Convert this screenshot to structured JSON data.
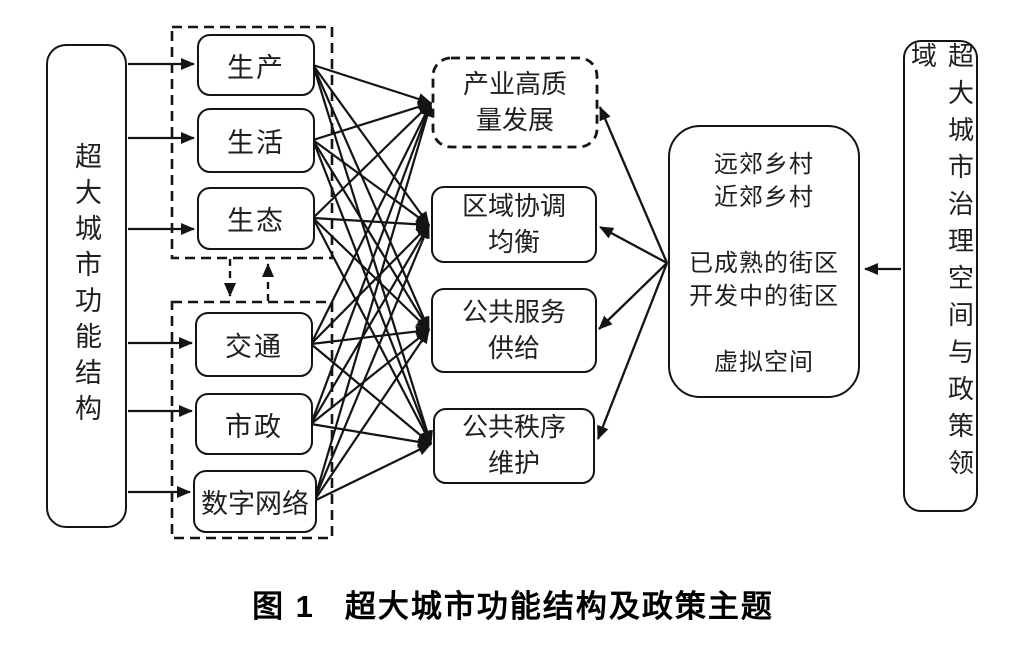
{
  "caption": {
    "figure_label": "图 1",
    "title": "超大城市功能结构及政策主题"
  },
  "left_panel": {
    "label": "超大城市功能结构"
  },
  "top_group": {
    "items": [
      {
        "label": "生产"
      },
      {
        "label": "生活"
      },
      {
        "label": "生态"
      }
    ]
  },
  "bottom_group": {
    "items": [
      {
        "label": "交通"
      },
      {
        "label": "市政"
      },
      {
        "label": "数字网络"
      }
    ]
  },
  "policy_themes": {
    "industry": {
      "line1": "产业高质",
      "line2": "量发展"
    },
    "regional": {
      "line1": "区域协调",
      "line2": "均衡"
    },
    "service": {
      "line1": "公共服务",
      "line2": "供给"
    },
    "order": {
      "line1": "公共秩序",
      "line2": "维护"
    }
  },
  "governance_space": {
    "lines": [
      "远郊乡村",
      "近郊乡村",
      "",
      "已成熟的街区",
      "开发中的街区",
      "",
      "虚拟空间"
    ]
  },
  "right_panel": {
    "label": "超大城市治理空间与政策领域"
  },
  "colors": {
    "stroke": "#141414",
    "background": "#ffffff"
  }
}
